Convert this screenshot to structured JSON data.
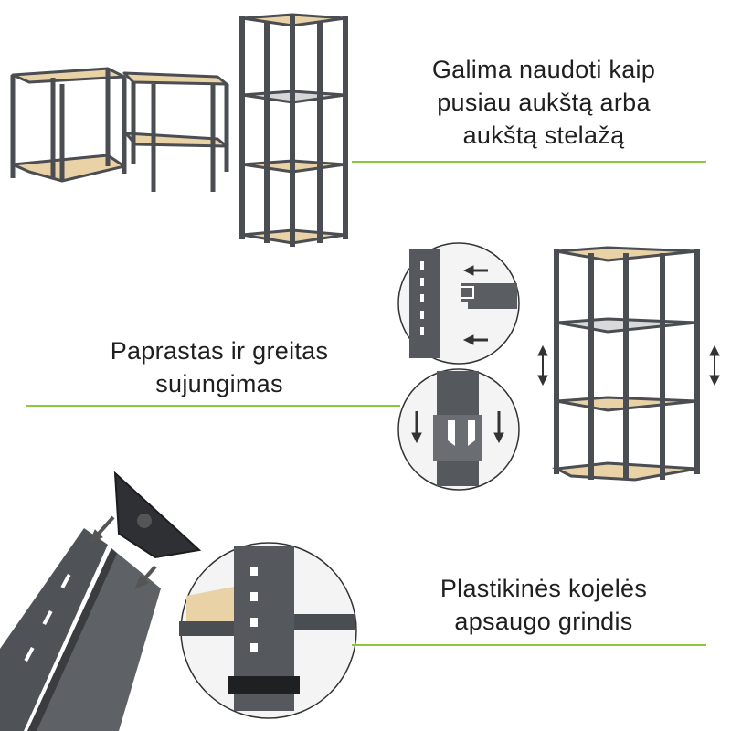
{
  "features": [
    {
      "caption_line1": "Galima naudoti kaip",
      "caption_line2": "pusiau aukštą arba",
      "caption_line3": "aukštą stelažą"
    },
    {
      "caption_line1": "Paprastas ir greitas",
      "caption_line2": "sujungimas"
    },
    {
      "caption_line1": "Plastikinės kojelės",
      "caption_line2": "apsaugo grindis"
    }
  ],
  "colors": {
    "accent_line": "#8cc63f",
    "frame": "#4a4d52",
    "shelf_wood": "#e8d2a6",
    "text": "#1f1f1f"
  }
}
